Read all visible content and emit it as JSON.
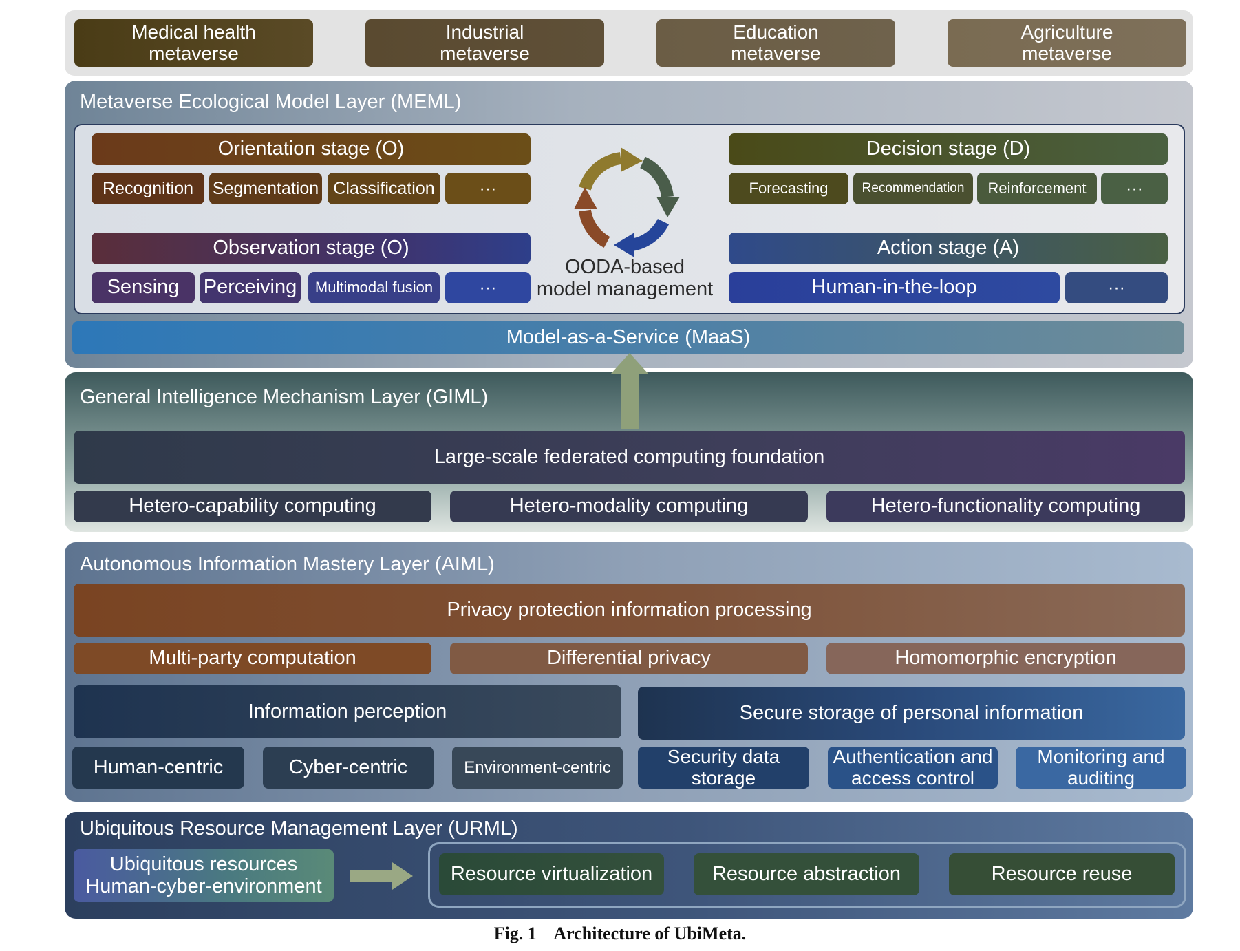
{
  "applications": [
    {
      "label": "Medical health metaverse",
      "line1": "Medical health",
      "line2": "metaverse"
    },
    {
      "label": "Industrial metaverse",
      "line1": "Industrial",
      "line2": "metaverse"
    },
    {
      "label": "Education metaverse",
      "line1": "Education",
      "line2": "metaverse"
    },
    {
      "label": "Agriculture metaverse",
      "line1": "Agriculture",
      "line2": "metaverse"
    }
  ],
  "meml": {
    "title": "Metaverse Ecological Model Layer (MEML)",
    "orientation": {
      "title": "Orientation stage (O)",
      "items": [
        "Recognition",
        "Segmentation",
        "Classification",
        "···"
      ]
    },
    "observation": {
      "title": "Observation stage (O)",
      "items": [
        "Sensing",
        "Perceiving",
        "Multimodal fusion",
        "···"
      ]
    },
    "decision": {
      "title": "Decision stage (D)",
      "items": [
        "Forecasting",
        "Recommendation",
        "Reinforcement",
        "···"
      ]
    },
    "action": {
      "title": "Action stage (A)",
      "items": [
        "Human-in-the-loop",
        "···"
      ]
    },
    "ooda_line1": "OODA-based",
    "ooda_line2": "model management",
    "maas": "Model-as-a-Service (MaaS)"
  },
  "giml": {
    "title": "General Intelligence Mechanism Layer (GIML)",
    "foundation": "Large-scale federated computing foundation",
    "items": [
      "Hetero-capability computing",
      "Hetero-modality computing",
      "Hetero-functionality computing"
    ]
  },
  "aiml": {
    "title": "Autonomous Information Mastery Layer (AIML)",
    "privacy": "Privacy protection information processing",
    "privacy_items": [
      "Multi-party computation",
      "Differential privacy",
      "Homomorphic encryption"
    ],
    "perception": "Information perception",
    "perception_items": [
      "Human-centric",
      "Cyber-centric",
      "Environment-centric"
    ],
    "storage": "Secure storage of personal information",
    "storage_items": [
      {
        "line1": "Security data",
        "line2": "storage"
      },
      {
        "line1": "Authentication and",
        "line2": "access control"
      },
      {
        "line1": "Monitoring and",
        "line2": "auditing"
      }
    ]
  },
  "urml": {
    "title": "Ubiquitous Resource Management Layer (URML)",
    "resources_line1": "Ubiquitous resources",
    "resources_line2": "Human-cyber-environment",
    "items": [
      "Resource virtualization",
      "Resource abstraction",
      "Resource reuse"
    ]
  },
  "caption": "Fig. 1    Architecture of UbiMeta."
}
